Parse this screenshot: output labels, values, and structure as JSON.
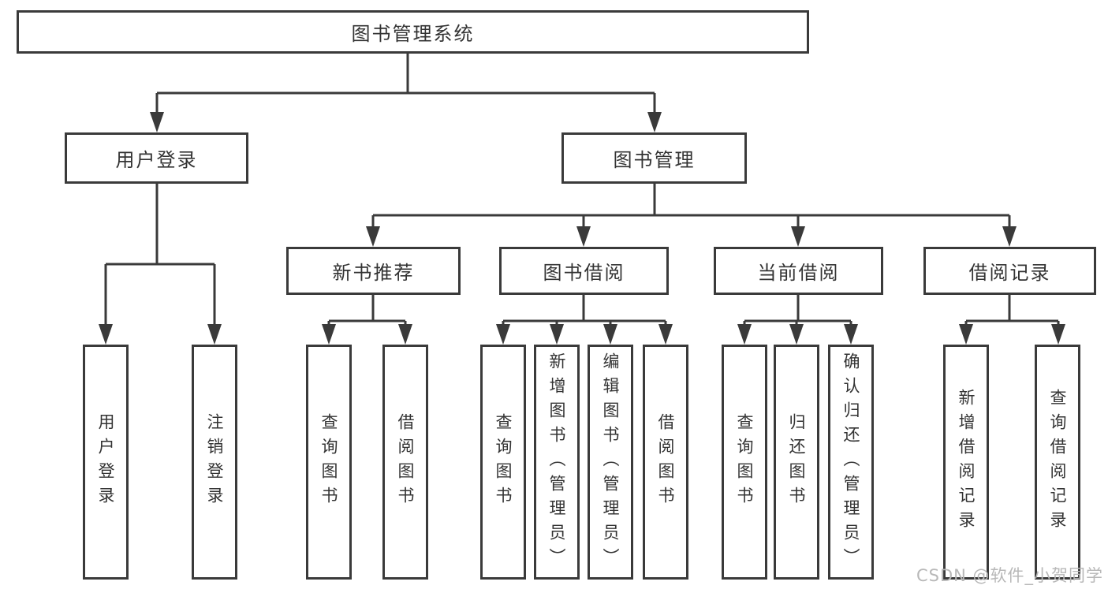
{
  "diagram": {
    "root": {
      "label": "图书管理系统"
    },
    "user_login": {
      "label": "用户登录"
    },
    "book_mgmt": {
      "label": "图书管理"
    },
    "new_books": {
      "label": "新书推荐"
    },
    "book_borrow": {
      "label": "图书借阅"
    },
    "current_borrow": {
      "label": "当前借阅"
    },
    "borrow_records": {
      "label": "借阅记录"
    },
    "leaves": {
      "user_login_leaf": "用户登录",
      "logout": "注销登录",
      "nb_query": "查询图书",
      "nb_borrow": "借阅图书",
      "bb_query": "查询图书",
      "bb_add": "新增图书（管理员）",
      "bb_edit": "编辑图书（管理员）",
      "bb_borrow": "借阅图书",
      "cb_query": "查询图书",
      "cb_return": "归还图书",
      "cb_confirm": "确认归还（管理员）",
      "br_add": "新增借阅记录",
      "br_query": "查询借阅记录"
    }
  },
  "watermark": "CSDN @软件_小贺同学",
  "colors": {
    "line": "#3a3a3a",
    "text": "#333333",
    "watermark": "#b8b8b8",
    "background": "#ffffff"
  }
}
